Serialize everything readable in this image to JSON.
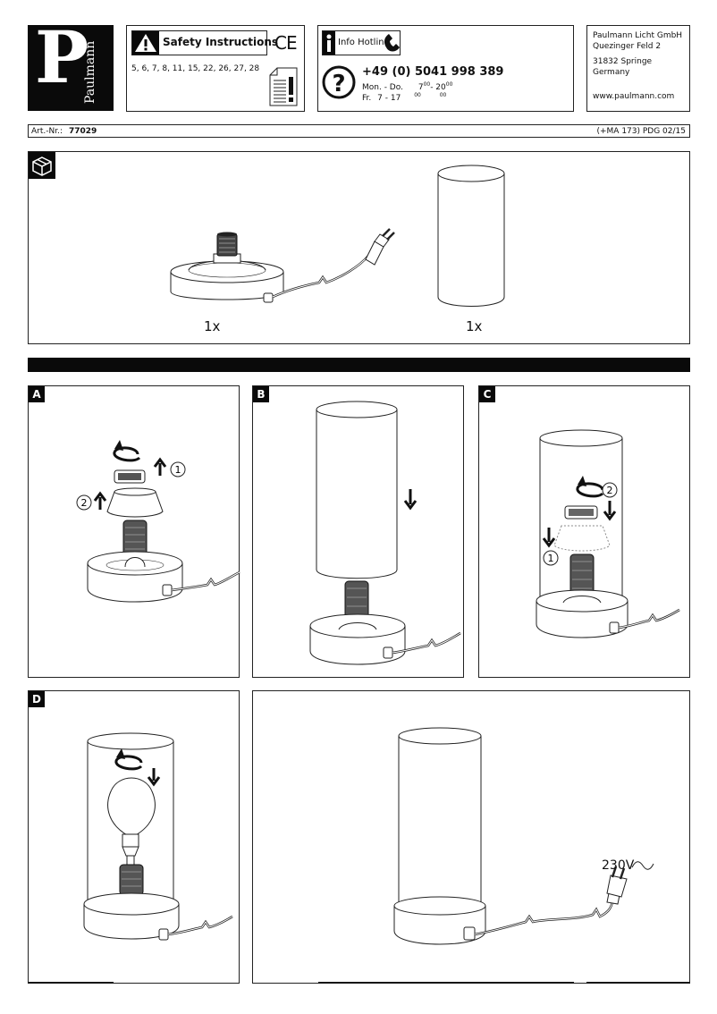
{
  "brand": {
    "logo_letter": "P",
    "name": "Paulmann"
  },
  "safety": {
    "title": "Safety Instructions",
    "ce_mark": "CE",
    "numbers": "5, 6, 7, 8, 11, 15, 22, 26, 27, 28"
  },
  "hotline": {
    "title": "Info Hotline",
    "phone": "+49 (0) 5041 998 389",
    "row1_days": "Mon. - Do.",
    "row1_from": "7",
    "row1_from_sup": "00",
    "row1_sep": "- 20",
    "row1_to_sup": "00",
    "row2_days": "Fr.",
    "row2_from": "7",
    "row2_sep": "- 17",
    "row2_from_sup": "00",
    "row2_to_sup": "00"
  },
  "company": {
    "line1": "Paulmann Licht GmbH",
    "line2": "Quezinger Feld  2",
    "line3": "31832 Springe",
    "line4": "Germany",
    "web": "www.paulmann.com"
  },
  "article": {
    "label": "Art.-Nr.:",
    "number": "77029",
    "code": "(+MA 173) PDG 02/15"
  },
  "contents": {
    "item1_qty": "1x",
    "item2_qty": "1x"
  },
  "steps": {
    "a": "A",
    "b": "B",
    "c": "C",
    "d": "D"
  },
  "markers": {
    "one": "1",
    "two": "2"
  },
  "voltage": "230V",
  "icons": [
    "box-icon",
    "warning-icon",
    "document-icon",
    "info-icon",
    "phone-icon",
    "question-icon",
    "rotate-icon",
    "arrow-up-icon",
    "arrow-down-icon",
    "plug-icon"
  ]
}
